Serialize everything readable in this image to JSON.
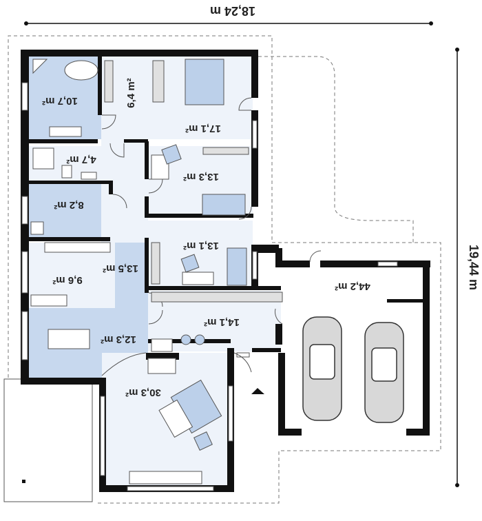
{
  "dimensions": {
    "width_label": "18,24 m",
    "height_label": "19,44 m"
  },
  "rooms": [
    {
      "id": "bath",
      "area": "10,7 m²"
    },
    {
      "id": "wardrobe",
      "area": "6,4 m²"
    },
    {
      "id": "master",
      "area": "17,1 m²"
    },
    {
      "id": "wc",
      "area": "4,7 m²"
    },
    {
      "id": "bedroom2",
      "area": "13,3 m²"
    },
    {
      "id": "utility",
      "area": "8,2 m²"
    },
    {
      "id": "bedroom3",
      "area": "13,1 m²"
    },
    {
      "id": "hall",
      "area": "13,5 m²"
    },
    {
      "id": "kitchen",
      "area": "9,6 m²"
    },
    {
      "id": "dining",
      "area": "12,3 m²"
    },
    {
      "id": "entry",
      "area": "14,1 m²"
    },
    {
      "id": "garage",
      "area": "44,2 m²"
    },
    {
      "id": "living",
      "area": "30,3 m²"
    }
  ],
  "colors": {
    "wall": "#111111",
    "room_fill": "#eef3fa",
    "tile_fill": "#c7d8ee",
    "furniture": "#bcd0ea"
  }
}
